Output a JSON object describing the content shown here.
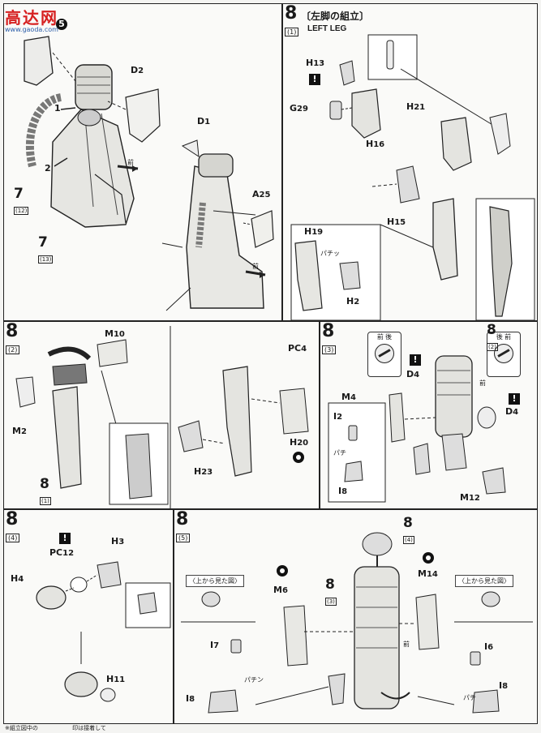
{
  "watermark": {
    "logo": "高达网",
    "url": "www.gaoda.com"
  },
  "panels": {
    "p1": {
      "labels": {
        "a": "5",
        "b": "D",
        "b_n": "2",
        "c": "1",
        "d": "2",
        "e": "D",
        "e_n": "1",
        "f": "A",
        "f_n": "25",
        "front": "前"
      },
      "steprefs": [
        {
          "n": "7",
          "s": "(12)"
        },
        {
          "n": "7",
          "s": "(13)"
        }
      ]
    },
    "p8_1": {
      "step": "8",
      "sub": "(1)",
      "title_jp": "〔左脚の組立〕",
      "title_en": "LEFT LEG",
      "labels": {
        "h13": "H",
        "h13n": "13",
        "g29": "G",
        "g29n": "29",
        "h16": "H",
        "h16n": "16",
        "h21": "H",
        "h21n": "21",
        "h15": "H",
        "h15n": "15",
        "h19": "H",
        "h19n": "19",
        "h2": "H",
        "h2n": "2",
        "pachi": "パチッ"
      }
    },
    "p8_2": {
      "step": "8",
      "sub": "(2)",
      "labels": {
        "m10": "M",
        "m10n": "10",
        "m2": "M",
        "m2n": "2",
        "pc4": "PC",
        "pc4n": "4",
        "h20": "H",
        "h20n": "20",
        "h23": "H",
        "h23n": "23"
      },
      "stepref": {
        "n": "8",
        "s": "(1)"
      }
    },
    "p8_3": {
      "step": "8",
      "sub": "(3)",
      "labels": {
        "d4a": "D",
        "d4an": "4",
        "d4b": "D",
        "d4bn": "4",
        "m4": "M",
        "m4n": "4",
        "i2": "I",
        "i2n": "2",
        "i8": "I",
        "i8n": "8",
        "m12": "M",
        "m12n": "12",
        "pachi": "パチ",
        "front": "前"
      },
      "dials": [
        {
          "l": "前",
          "r": "後"
        },
        {
          "l": "後",
          "r": "前"
        }
      ],
      "stepref": {
        "n": "8",
        "s": "(2)"
      }
    },
    "p8_4": {
      "step": "8",
      "sub": "(4)",
      "labels": {
        "pc12": "PC",
        "pc12n": "12",
        "h3": "H",
        "h3n": "3",
        "h4": "H",
        "h4n": "4",
        "h11": "H",
        "h11n": "11"
      }
    },
    "p8_5": {
      "step": "8",
      "sub": "(5)",
      "labels": {
        "m6": "M",
        "m6n": "6",
        "m14": "M",
        "m14n": "14",
        "i7": "I",
        "i7n": "7",
        "i8a": "I",
        "i8an": "8",
        "i6": "I",
        "i6n": "6",
        "i8b": "I",
        "i8bn": "8",
        "pachi_a": "パチン",
        "pachi_b": "パチ",
        "front": "前"
      },
      "insets": {
        "left": "〈上から見た図〉",
        "right": "〈上から見た図〉"
      },
      "steprefs": [
        {
          "n": "8",
          "s": "(4)"
        },
        {
          "n": "8",
          "s": "(3)"
        }
      ]
    }
  },
  "footer": {
    "note": "※組立図中の",
    "box1": "印は接着して",
    "box2": ""
  }
}
